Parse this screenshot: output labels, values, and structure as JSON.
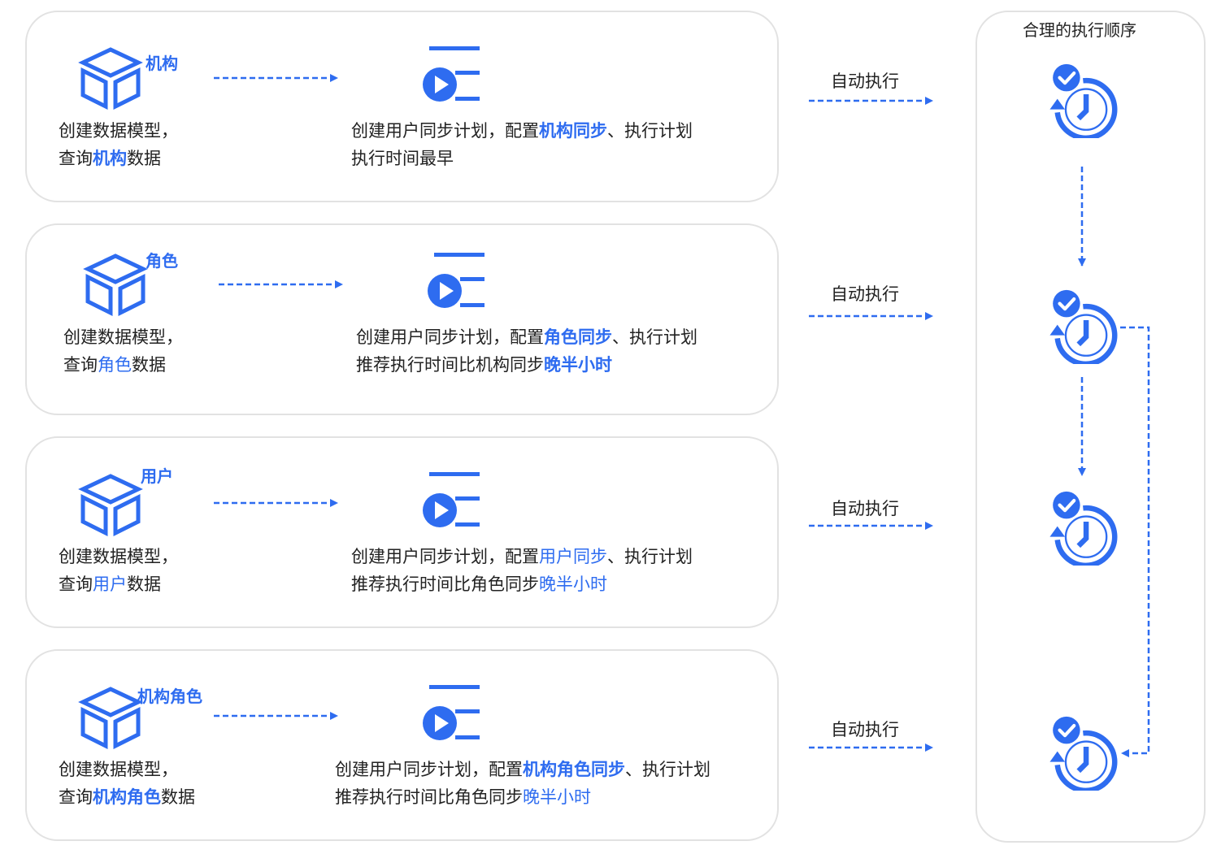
{
  "colors": {
    "accent": "#2e6cf0",
    "border": "#e2e2e2",
    "text": "#222222"
  },
  "order_panel": {
    "title": "合理的执行顺序",
    "step_icon": "clock-check-icon"
  },
  "rows": [
    {
      "entity": "机构",
      "model_desc": {
        "line1": "创建数据模型，",
        "line2_pre": "查询",
        "line2_hl": "机构",
        "line2_post": "数据"
      },
      "plan_desc": {
        "line1_pre": "创建用户同步计划，配置",
        "line1_hl": "机构同步",
        "line1_post": "、执行计划",
        "line2_pre": "执行时间最早",
        "line2_hl": ""
      },
      "auto_label": "自动执行"
    },
    {
      "entity": "角色",
      "model_desc": {
        "line1": "创建数据模型，",
        "line2_pre": "查询",
        "line2_hl": "角色",
        "line2_post": "数据"
      },
      "plan_desc": {
        "line1_pre": "创建用户同步计划，配置",
        "line1_hl": "角色同步",
        "line1_post": "、执行计划",
        "line2_pre": "推荐执行时间比机构同步",
        "line2_hl": "晚半小时"
      },
      "auto_label": "自动执行"
    },
    {
      "entity": "用户",
      "model_desc": {
        "line1": "创建数据模型，",
        "line2_pre": "查询",
        "line2_hl": "用户",
        "line2_post": "数据"
      },
      "plan_desc": {
        "line1_pre": "创建用户同步计划，配置",
        "line1_hl": "用户同步",
        "line1_post": "、执行计划",
        "line2_pre": "推荐执行时间比角色同步",
        "line2_hl": "晚半小时"
      },
      "auto_label": "自动执行"
    },
    {
      "entity": "机构角色",
      "model_desc": {
        "line1": "创建数据模型，",
        "line2_pre": "查询",
        "line2_hl": "机构角色",
        "line2_post": "数据"
      },
      "plan_desc": {
        "line1_pre": "创建用户同步计划，配置",
        "line1_hl": "机构角色同步",
        "line1_post": "、执行计划",
        "line2_pre": "推荐执行时间比角色同步",
        "line2_hl": "晚半小时"
      },
      "auto_label": "自动执行"
    }
  ]
}
